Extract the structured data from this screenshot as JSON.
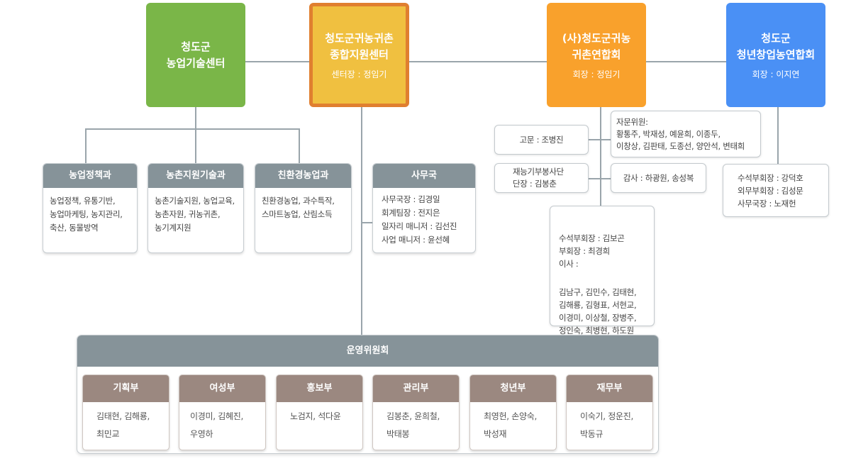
{
  "top": {
    "tech_center": {
      "title": "청도군\n농업기술센터"
    },
    "support_center": {
      "title": "청도군귀농귀촌\n종합지원센터",
      "sub": "센터장 : 정임기"
    },
    "association": {
      "title": "(사)청도군귀농\n귀촌연합회",
      "sub": "회장 : 정임기"
    },
    "youth": {
      "title": "청도군\n청년창업농연합회",
      "sub": "회장 : 이지연"
    }
  },
  "divisions": [
    {
      "name": "농업정책과",
      "desc": "농업정책, 유통기반,\n농업마케팅, 농지관리,\n축산, 동물방역"
    },
    {
      "name": "농촌지원기술과",
      "desc": "농촌기술지원, 농업교육,\n농촌자원, 귀농귀촌,\n농기계지원"
    },
    {
      "name": "친환경농업과",
      "desc": "친환경농업, 과수특작,\n스마트농업, 산림소득"
    }
  ],
  "office": {
    "name": "사무국",
    "desc": "사무국장 : 김경일\n회계팀장 : 전지은\n일자리 매니저 : 김선진\n사업 매니저 : 윤선혜"
  },
  "association_org": {
    "advisor": "고문 : 조병진",
    "consultants": "자문위원:\n황통주, 박재성, 예윤희, 이종두,\n이창상, 김판태, 도종선, 양안석, 변태희",
    "volunteer": "재능기부봉사단\n단장 : 김봉춘",
    "auditor": "감사 : 하광원, 송성복",
    "board": "수석부회장 : 김보곤\n부회장 : 최경희\n이사 :",
    "directors": "김남구, 김민수, 김태현,\n김해룡, 김형표, 서현교,\n이경미, 이상철, 장병주,\n정인숙, 최병현, 하도원"
  },
  "youth_org": {
    "officers": "수석부회장 : 강덕호\n외무부회장 : 김성문\n사무국장 : 노재헌"
  },
  "committee": {
    "title": "운영위원회",
    "depts": [
      {
        "name": "기획부",
        "members": "김태현, 김해룡,\n최민교"
      },
      {
        "name": "여성부",
        "members": "이경미,  김혜진,\n우영하"
      },
      {
        "name": "홍보부",
        "members": "노검지, 석다윤"
      },
      {
        "name": "관리부",
        "members": "김봉춘, 윤희철,\n박태봉"
      },
      {
        "name": "청년부",
        "members": "최영헌, 손양숙,\n박성재"
      },
      {
        "name": "재무부",
        "members": "이숙기, 정운진,\n박동규"
      }
    ]
  },
  "colors": {
    "tech_center": "#7ab648",
    "support_center_border": "#e07f30",
    "support_center_fill": "#f0c040",
    "association": "#f9a12c",
    "youth": "#4a90f5",
    "card_header": "#869399",
    "dept_header": "#9b8880",
    "connector": "#9aa5ab"
  }
}
